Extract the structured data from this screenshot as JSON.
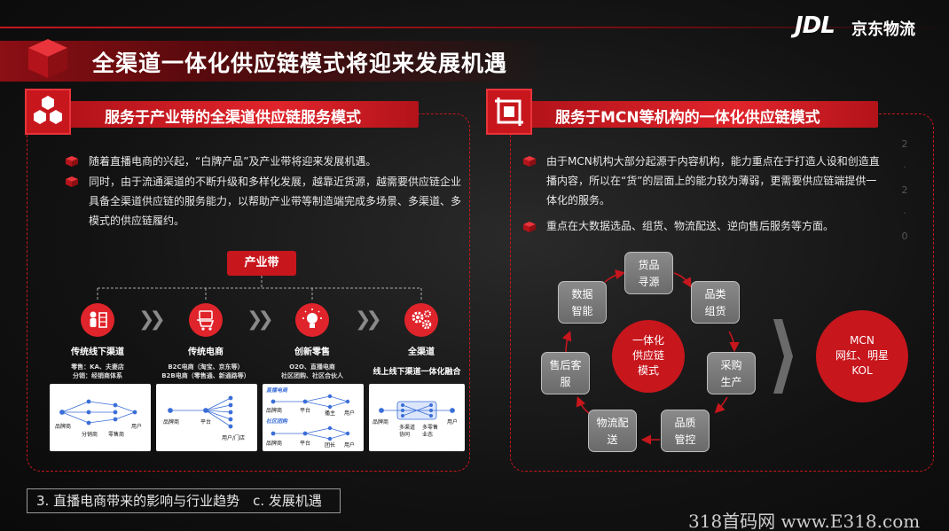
{
  "header": {
    "logo_mark": "JDL",
    "logo_text": "京东物流",
    "title": "全渠道一体化供应链模式将迎来发展机遇"
  },
  "left": {
    "section_title": "服务于产业带的全渠道供应链服务模式",
    "paragraphs": [
      "随着直播电商的兴起，“白牌产品”及产业带将迎来发展机遇。",
      "同时，由于流通渠道的不断升级和多样化发展，越靠近货源，越需要供应链企业具备全渠道供应链的服务能力，以帮助产业带等制造端完成多场景、多渠道、多模式的供应链履约。"
    ],
    "root_tag": "产业带",
    "categories": [
      {
        "label": "传统线下渠道",
        "sub1": "零售：KA、夫妻店",
        "sub2": "分销：经销商体系"
      },
      {
        "label": "传统电商",
        "sub1": "B2C电商（淘宝、京东等）",
        "sub2": "B2B电商（零售通、新通路等）"
      },
      {
        "label": "创新零售",
        "sub1": "O2O、直播电商",
        "sub2": "社区团购、社区合伙人"
      },
      {
        "label": "全渠道",
        "sub1": "线上线下渠道一体化融合",
        "sub2": ""
      }
    ],
    "mini": {
      "m1": {
        "a": "品牌商",
        "b": "分销商",
        "c": "零售商",
        "d": "用户"
      },
      "m2": {
        "a": "品牌商",
        "b": "平台",
        "c": "用户/门店"
      },
      "m3": {
        "h1": "直播电商",
        "a": "品牌商",
        "b": "平台",
        "c": "播主",
        "d": "用户",
        "h2": "社区团购",
        "e": "品牌商",
        "f": "平台",
        "g": "团长",
        "i": "用户"
      },
      "m4": {
        "a": "品牌商",
        "b": "多渠道协同",
        "c": "多零售业态",
        "d": "用户"
      }
    }
  },
  "right": {
    "section_title": "服务于MCN等机构的一体化供应链模式",
    "paragraphs": [
      "由于MCN机构大部分起源于内容机构，能力重点在于打造人设和创造直播内容，所以在“货”的层面上的能力较为薄弱，更需要供应链端提供一体化的服务。",
      "重点在大数据选品、组货、物流配送、逆向售后服务等方面。"
    ],
    "cycle_nodes": [
      {
        "l1": "货品",
        "l2": "寻源"
      },
      {
        "l1": "品类",
        "l2": "组货"
      },
      {
        "l1": "采购",
        "l2": "生产"
      },
      {
        "l1": "品质",
        "l2": "管控"
      },
      {
        "l1": "物流配",
        "l2": "送"
      },
      {
        "l1": "售后客",
        "l2": "服"
      },
      {
        "l1": "数据",
        "l2": "智能"
      }
    ],
    "center": {
      "l1": "一体化",
      "l2": "供应链",
      "l3": "模式"
    },
    "mcn": {
      "l1": "MCN",
      "l2": "网红、明星",
      "l3": "KOL"
    }
  },
  "side_year": [
    "2",
    "·",
    "2",
    "·",
    "0"
  ],
  "footer": "3. 直播电商带来的影响与行业趋势　c. 发展机遇",
  "watermark": "318首码网  www.E318.com",
  "colors": {
    "accent": "#c8161d",
    "node_gray": "#7a7a7a"
  }
}
